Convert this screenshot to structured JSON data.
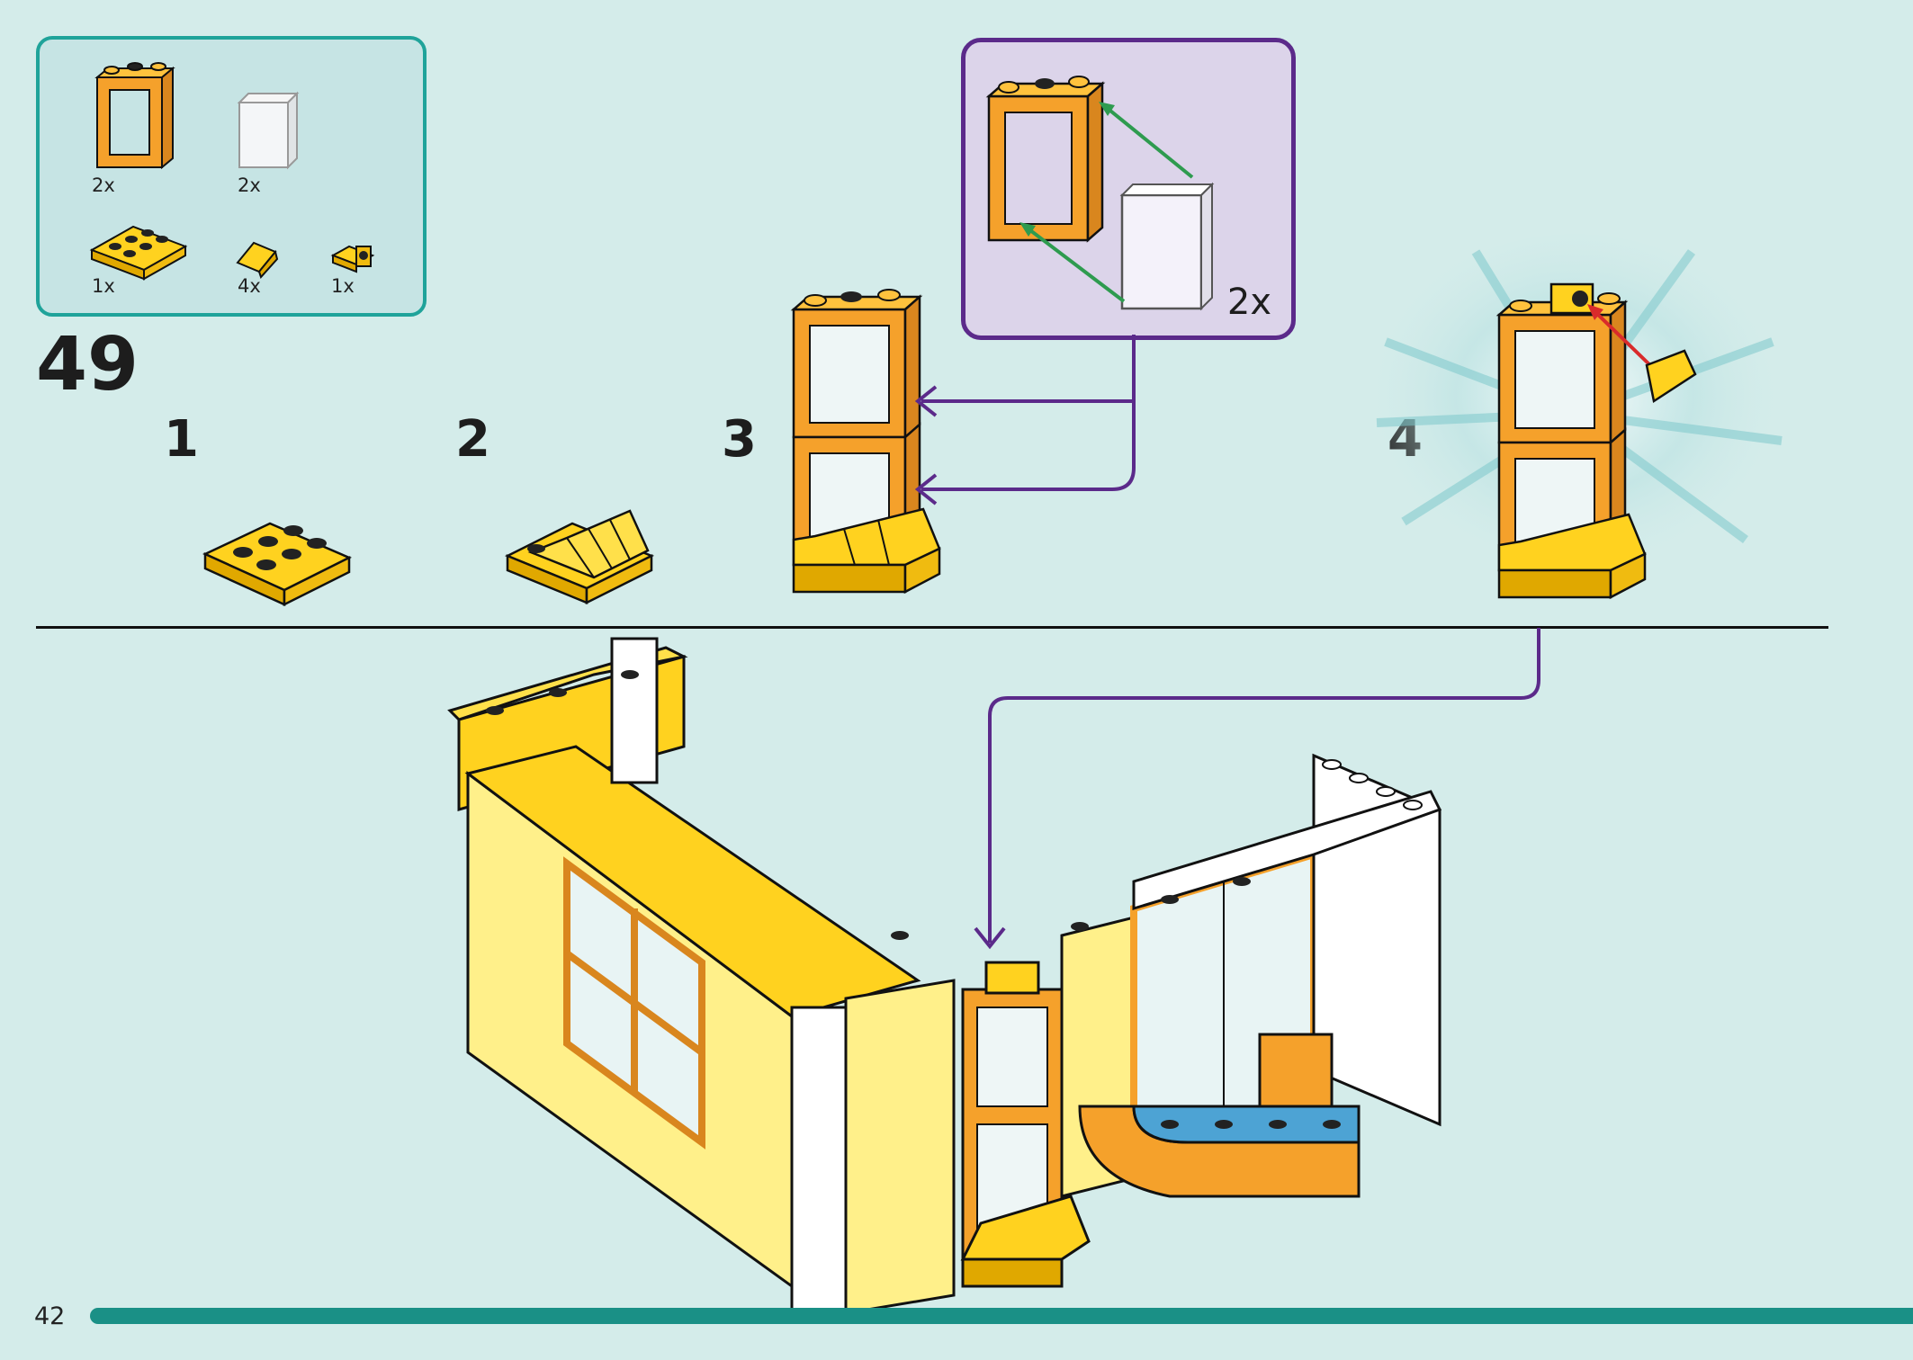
{
  "page": {
    "number": "42",
    "step": "49"
  },
  "parts": [
    {
      "name": "window-frame",
      "qty": "2x"
    },
    {
      "name": "window-glass",
      "qty": "2x"
    },
    {
      "name": "plate-2x3",
      "qty": "1x"
    },
    {
      "name": "slope-tile",
      "qty": "4x"
    },
    {
      "name": "bracket-tile",
      "qty": "1x"
    }
  ],
  "substeps": [
    "1",
    "2",
    "3",
    "4"
  ],
  "callout": {
    "qty": "2x"
  },
  "colors": {
    "background": "#d4ecea",
    "parts_border": "#1fa39a",
    "callout_border": "#5b2a8a",
    "callout_bg": "#dcd4ea",
    "brick_yellow": "#ffd21f",
    "brick_orange": "#f5a12b",
    "progress": "#1a9086",
    "guide_line": "#5b2a8a"
  }
}
